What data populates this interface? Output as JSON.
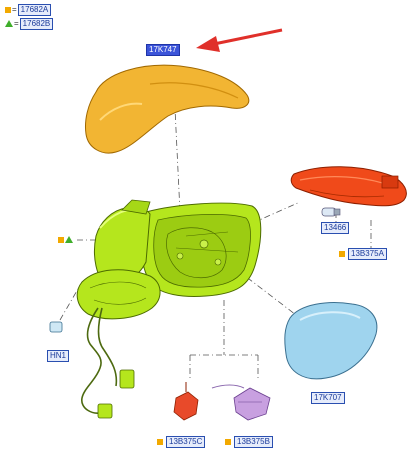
{
  "legend": [
    {
      "symbol": "square",
      "eq": "=",
      "code": "17682A"
    },
    {
      "symbol": "triangle",
      "eq": "=",
      "code": "17682B"
    }
  ],
  "parts": {
    "cover": "17K747",
    "turn_signal": "13B375A",
    "bulb": "13466",
    "glass": "17K707",
    "harness": "HN1",
    "connector_c": "13B375C",
    "connector_b": "13B375B"
  },
  "colors": {
    "cover": "#f2b533",
    "housing": "#b5e61d",
    "turn_signal": "#f04a1a",
    "glass": "#9fd4ee",
    "connector_c": "#e84a2a",
    "connector_b": "#c8a0e0",
    "arrow": "#e0302a",
    "tag_highlight": "#3b54d9"
  }
}
